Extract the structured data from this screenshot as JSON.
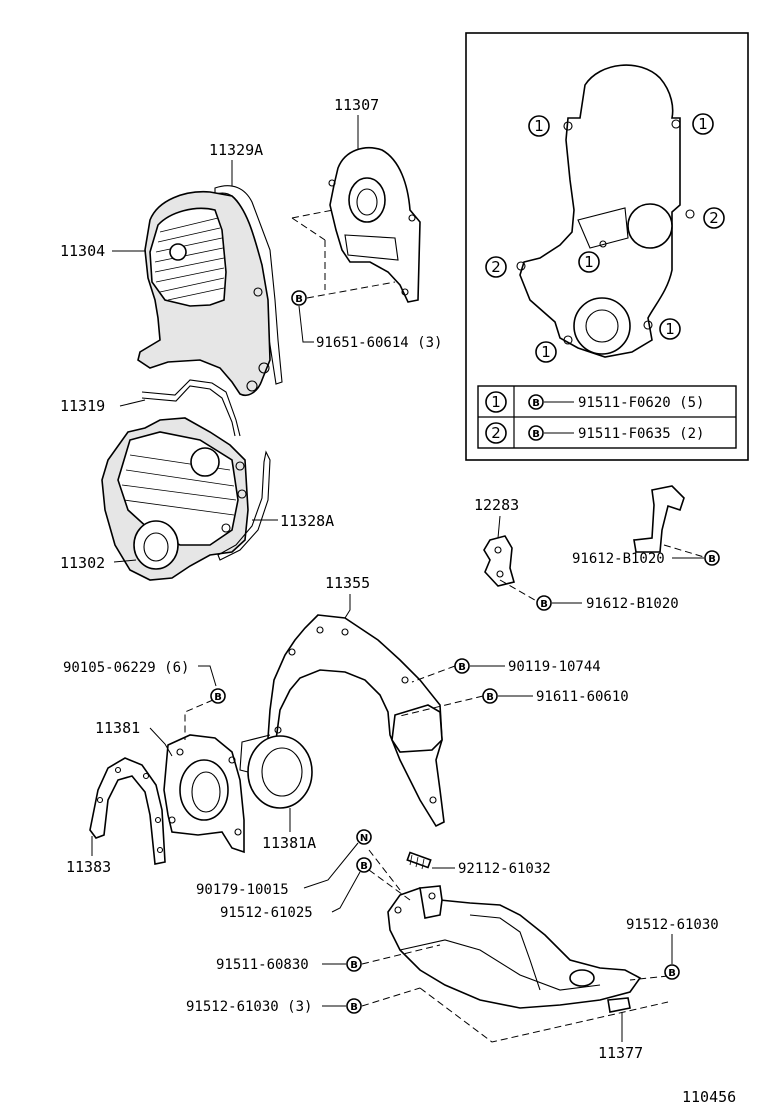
{
  "labels": {
    "p11307": "11307",
    "p11329A": "11329A",
    "p11304": "11304",
    "p91651": "91651-60614 (3)",
    "p11319": "11319",
    "p11328A": "11328A",
    "p11302": "11302",
    "p12283": "12283",
    "p91612a": "91612-B1020",
    "p91612b": "91612-B1020",
    "p11355": "11355",
    "p90105": "90105-06229 (6)",
    "p90119": "90119-10744",
    "p91611": "91611-60610",
    "p11381": "11381",
    "p11381A": "11381A",
    "p11383": "11383",
    "p90179": "90179-10015",
    "p92112": "92112-61032",
    "p91512a": "91512-61025",
    "p91512b": "91512-61030",
    "p91511": "91511-60830",
    "p91512c": "91512-61030 (3)",
    "p11377": "11377",
    "diagram_id": "110456"
  },
  "markers": {
    "bolt": "B",
    "nut": "N",
    "circle1": "1",
    "circle2": "2"
  },
  "legend": {
    "rows": [
      {
        "key": "1",
        "marker": "B",
        "part": "91511-F0620 (5)"
      },
      {
        "key": "2",
        "marker": "B",
        "part": "91511-F0635 (2)"
      }
    ]
  }
}
